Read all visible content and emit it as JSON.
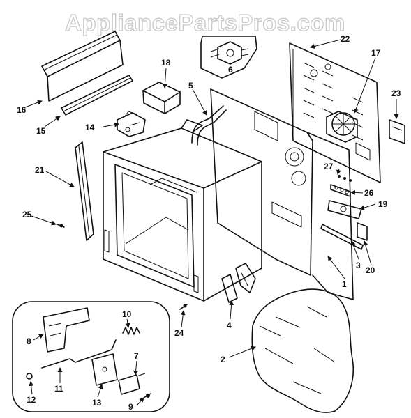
{
  "watermark": "AppliancePartsPros.com",
  "parts": {
    "p1": "1",
    "p2": "2",
    "p3": "3",
    "p4": "4",
    "p5": "5",
    "p6": "6",
    "p7": "7",
    "p8": "8",
    "p9": "9",
    "p10": "10",
    "p11": "11",
    "p12": "12",
    "p13": "13",
    "p14": "14",
    "p15": "15",
    "p16": "16",
    "p17": "17",
    "p18": "18",
    "p19": "19",
    "p20": "20",
    "p21": "21",
    "p22": "22",
    "p23": "23",
    "p24": "24",
    "p25": "25",
    "p26": "26",
    "p27": "27"
  }
}
